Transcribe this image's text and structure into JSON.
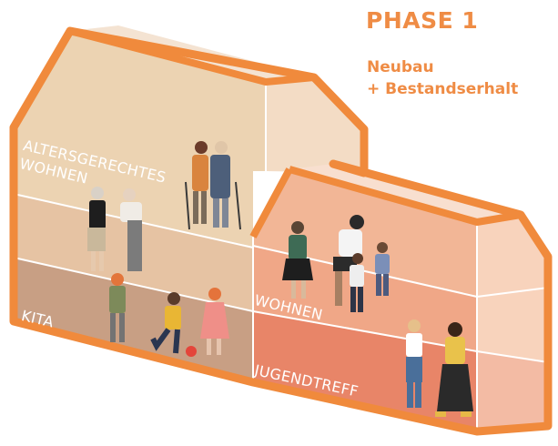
{
  "phase": {
    "title": "PHASE 1",
    "subtitle_line1": "Neubau",
    "subtitle_line2": "+ Bestandserhalt"
  },
  "zones": {
    "senior_housing_line1": "ALTERSGERECHTES",
    "senior_housing_line2": "WOHNEN",
    "kita": "KITA",
    "housing": "WOHNEN",
    "youth_center": "JUGENDTREFF"
  },
  "colors": {
    "accent": "#ef8c45",
    "outline": "#f08a3c",
    "senior_floor": "#ecd3b2",
    "kita_floor": "#c89f84",
    "housing_floor": "#f2b696",
    "youth_floor": "#e88568"
  }
}
